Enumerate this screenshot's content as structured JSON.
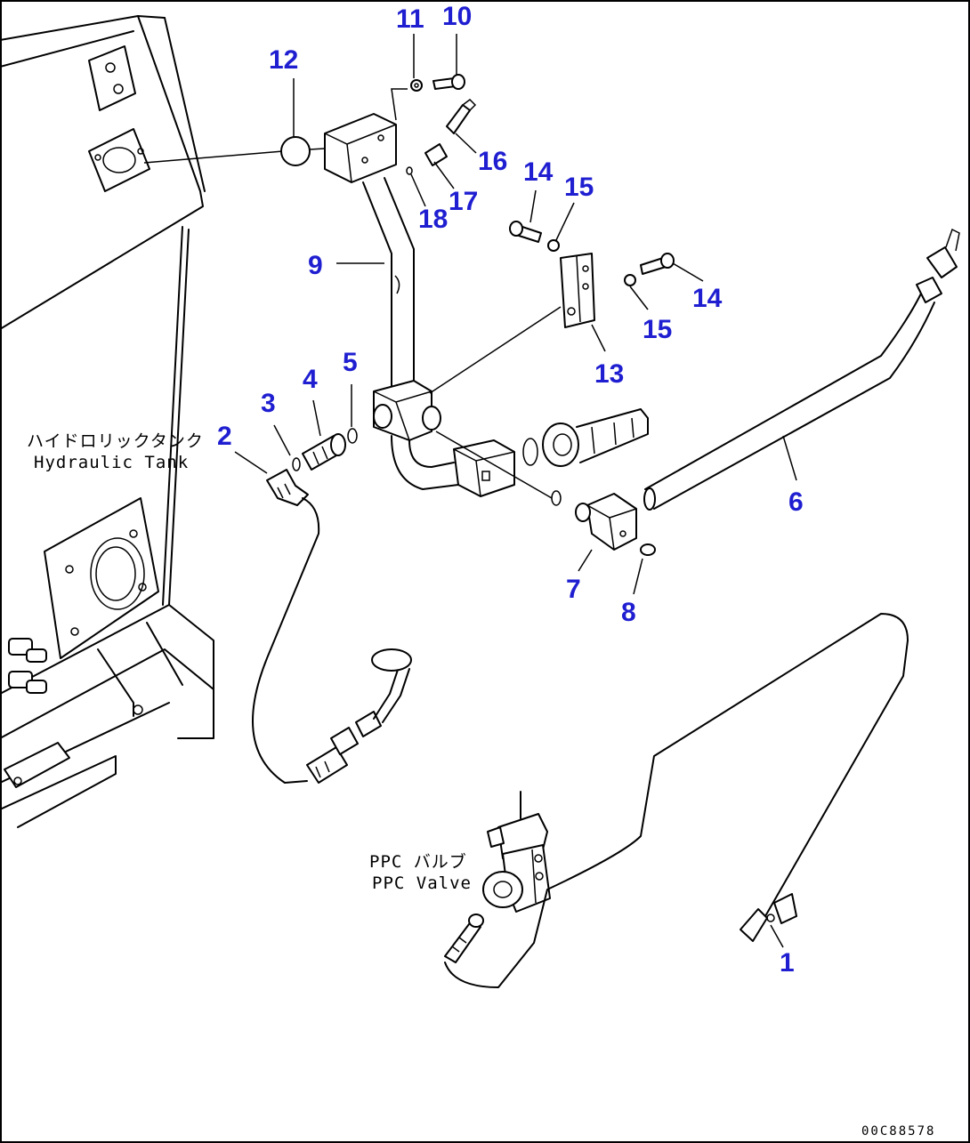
{
  "diagram": {
    "callouts": [
      "1",
      "2",
      "3",
      "4",
      "5",
      "6",
      "7",
      "8",
      "9",
      "10",
      "11",
      "12",
      "13",
      "14",
      "14",
      "15",
      "15",
      "16",
      "17",
      "18"
    ],
    "labels": {
      "tank_jp": "ハイドロリックタンク",
      "tank_en": "Hydraulic Tank",
      "valve_jp": "PPC バルブ",
      "valve_en": "PPC Valve"
    },
    "drawing_code": "00C88578",
    "colors": {
      "callout": "#1f1fd1",
      "line": "#000000",
      "background": "#ffffff"
    }
  }
}
